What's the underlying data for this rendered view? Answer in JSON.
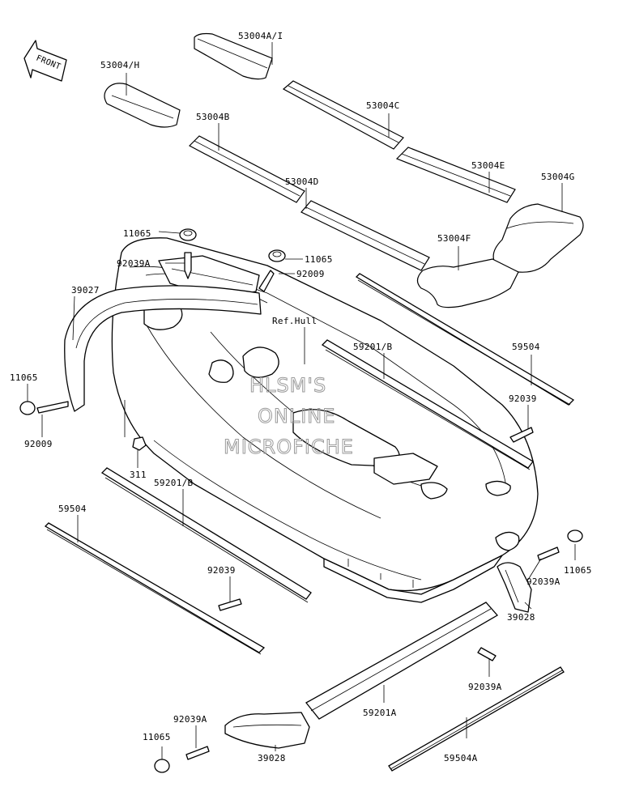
{
  "front_label": "FRONT",
  "reference": "Ref.Hull",
  "watermark": [
    "HLSM'S",
    "ONLINE",
    "MICROFICHE"
  ],
  "parts": {
    "p53004AI": "53004A/I",
    "p53004H": "53004/H",
    "p53004C": "53004C",
    "p53004B": "53004B",
    "p53004E": "53004E",
    "p53004D": "53004D",
    "p53004G": "53004G",
    "p53004F": "53004F",
    "p11065a": "11065",
    "p92039Aa": "92039A",
    "p11065b": "11065",
    "p92009a": "92009",
    "p39027": "39027",
    "p59201Bt": "59201/B",
    "p59504t": "59504",
    "p11065c": "11065",
    "p92009b": "92009",
    "p92039a": "92039",
    "p311": "311",
    "p59201Bl": "59201/B",
    "p59504l": "59504",
    "p92039b": "92039",
    "p11065d": "11065",
    "p92039Ab": "92039A",
    "p39028a": "39028",
    "p92039Ac": "92039A",
    "p59201A": "59201A",
    "p92039Ad": "92039A",
    "p11065e": "11065",
    "p59504A": "59504A",
    "p39028b": "39028"
  }
}
